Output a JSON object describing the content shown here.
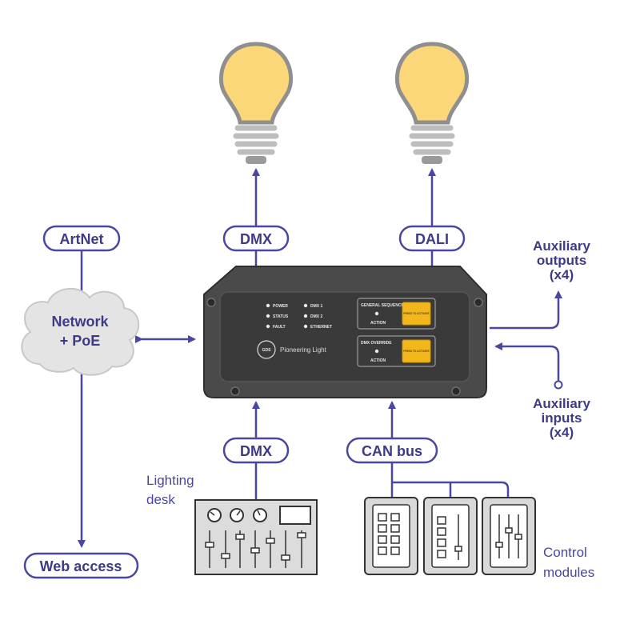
{
  "colors": {
    "line": "#4a47a0",
    "text": "#3d3b86",
    "bulb": "#fcd77a",
    "bulb_outline": "#8f8f8f",
    "device": "#4a4a4a",
    "device_edge": "#333333",
    "cloud": "#e4e4e4",
    "button": "#f3b71e",
    "panel": "#d9d9d9"
  },
  "protocols": {
    "dmx_out": "DMX",
    "dali": "DALI",
    "artnet": "ArtNet",
    "dmx_in": "DMX",
    "can_bus": "CAN bus",
    "web_access": "Web access"
  },
  "network": {
    "line1": "Network",
    "line2": "+ PoE"
  },
  "aux_outputs": {
    "line1": "Auxiliary",
    "line2": "outputs",
    "line3": "(x4)"
  },
  "aux_inputs": {
    "line1": "Auxiliary",
    "line2": "inputs",
    "line3": "(x4)"
  },
  "lighting_desk": {
    "line1": "Lighting",
    "line2": "desk"
  },
  "control_modules": {
    "line1": "Control",
    "line2": "modules"
  },
  "device": {
    "brand": "Pioneering Light",
    "logo": "GDS",
    "leds": [
      "POWER",
      "STATUS",
      "FAULT",
      "DMX 1",
      "DMX 2",
      "ETHERNET"
    ],
    "panel1_title": "GENERAL SEQUENCE",
    "panel2_title": "DMX OVERRIDE",
    "panel_action": "ACTION",
    "button_text": "PRESS TO ACTIVATE"
  },
  "icons": [
    "bulb-icon",
    "cloud-icon",
    "mixer-icon",
    "control-panel-icon"
  ]
}
